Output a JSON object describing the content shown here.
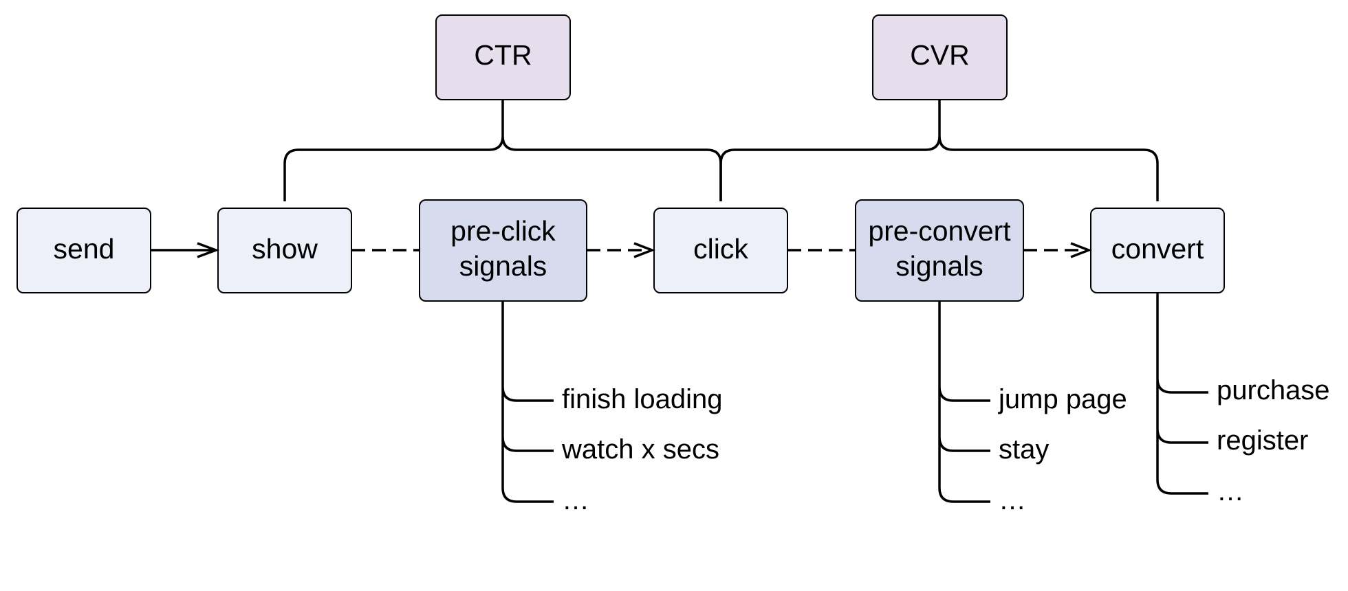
{
  "metrics": {
    "ctr": "CTR",
    "cvr": "CVR"
  },
  "stages": {
    "send": "send",
    "show": "show",
    "pre_click_line1": "pre-click",
    "pre_click_line2": "signals",
    "click": "click",
    "pre_convert_line1": "pre-convert",
    "pre_convert_line2": "signals",
    "convert": "convert"
  },
  "pre_click_signals": [
    "finish loading",
    "watch x secs",
    "…"
  ],
  "pre_convert_signals": [
    "jump page",
    "stay",
    "…"
  ],
  "convert_types": [
    "purchase",
    "register",
    "…"
  ],
  "colors": {
    "metric_fill": "#E6DEEC",
    "stage_fill": "#EEF0F9",
    "signal_fill": "#D6DBEE",
    "stroke": "#000000"
  }
}
